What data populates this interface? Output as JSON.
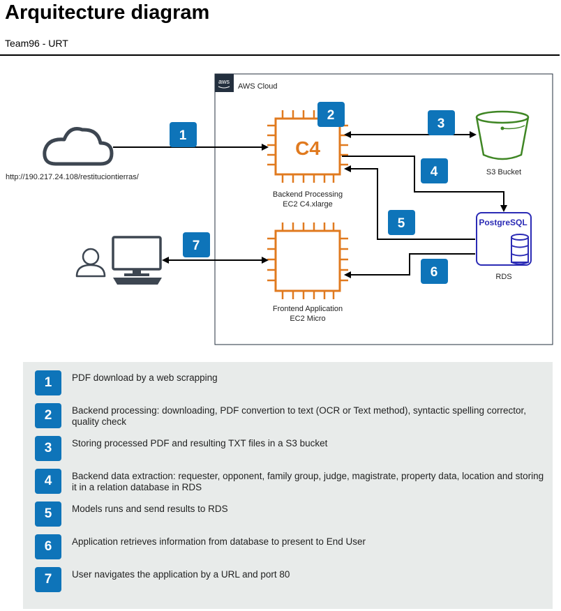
{
  "header": {
    "title": "Arquitecture diagram",
    "subtitle": "Team96 - URT"
  },
  "diagram": {
    "aws_cloud_label": "AWS Cloud",
    "aws_icon_text": "aws",
    "web_source_url": "http://190.217.24.108/restituciontierras/",
    "backend": {
      "chip_text": "C4",
      "label_line1": "Backend Processing",
      "label_line2": "EC2 C4.xlarge"
    },
    "frontend": {
      "label_line1": "Frontend Application",
      "label_line2": "EC2 Micro"
    },
    "s3_label": "S3 Bucket",
    "rds": {
      "label": "RDS",
      "engine_text": "PostgreSQL"
    },
    "badges": [
      "1",
      "2",
      "3",
      "4",
      "5",
      "6",
      "7"
    ],
    "colors": {
      "badge": "#0E74B9",
      "ec2": "#E07A1F",
      "s3": "#3F8624",
      "rds": "#2B2BB5",
      "icon_gray": "#232F3E",
      "legend_bg": "#E8EBEA"
    }
  },
  "legend": [
    {
      "num": "1",
      "text": "PDF download by a web scrapping"
    },
    {
      "num": "2",
      "text": "Backend processing: downloading, PDF convertion to text (OCR or Text method), syntactic spelling corrector, quality check"
    },
    {
      "num": "3",
      "text": "Storing processed PDF and resulting TXT files in a S3 bucket"
    },
    {
      "num": "4",
      "text": "Backend data extraction: requester, opponent, family group, judge, magistrate, property data, location and storing it in a relation database in RDS"
    },
    {
      "num": "5",
      "text": "Models runs and send results to RDS"
    },
    {
      "num": "6",
      "text": "Application retrieves information from database to present to End User"
    },
    {
      "num": "7",
      "text": "User navigates the application by a URL and port 80"
    }
  ]
}
